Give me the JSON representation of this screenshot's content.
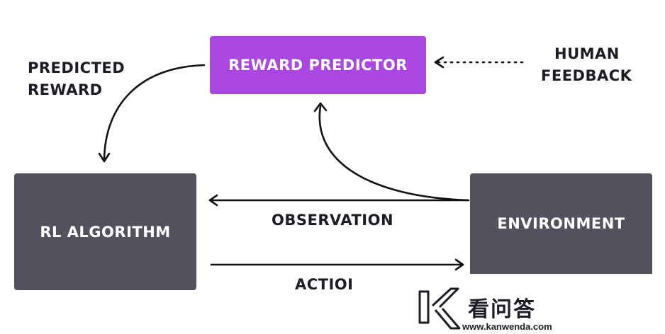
{
  "nodes": {
    "reward_predictor": "REWARD PREDICTOR",
    "rl_algorithm": "RL ALGORITHM",
    "environment": "ENVIRONMENT"
  },
  "edge_labels": {
    "predicted_reward": [
      "PREDICTED",
      "REWARD"
    ],
    "human_feedback": [
      "HUMAN",
      "FEEDBACK"
    ],
    "observation": "OBSERVATION",
    "action": "ACTIOI"
  },
  "colors": {
    "reward_predictor_fill": "#AA47E0",
    "node_fill": "#52525F",
    "text": "#1C1C24",
    "arrow": "#111111"
  },
  "watermark": {
    "logo_icon": "k-logo-icon",
    "title": "看问答",
    "url": "www.kanwenda.com"
  }
}
